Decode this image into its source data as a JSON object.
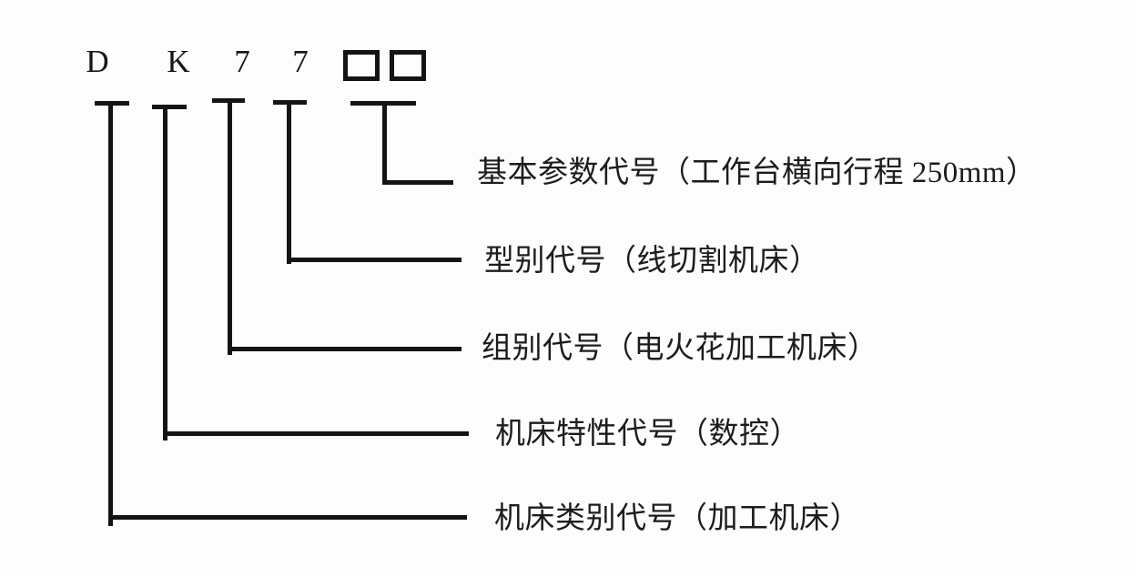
{
  "code": {
    "chars": [
      "D",
      "K",
      "7",
      "7"
    ],
    "placeholder": "□□",
    "placeholder_box_count": 2
  },
  "labels": {
    "basic_parameter": "基本参数代号（工作台横向行程 250mm）",
    "type_code": "型别代号（线切割机床）",
    "group_code": "组别代号（电火花加工机床）",
    "characteristic_code": "机床特性代号（数控）",
    "category_code": "机床类别代号（加工机床）"
  },
  "colors": {
    "ink": "#1c1c1c",
    "line": "#141414",
    "background": "#fdfdfd"
  }
}
